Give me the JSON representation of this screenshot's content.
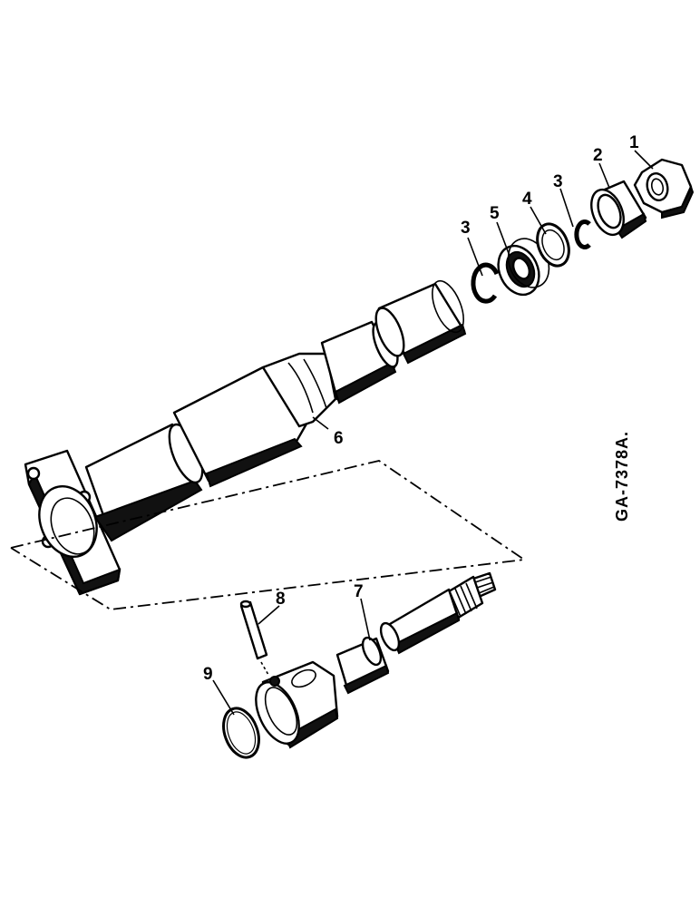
{
  "figure_ref": "GA-7378A.",
  "callouts": {
    "c1": "1",
    "c2": "2",
    "c3a": "3",
    "c3b": "3",
    "c4": "4",
    "c5": "5",
    "c6": "6",
    "c7": "7",
    "c8": "8",
    "c9": "9"
  }
}
